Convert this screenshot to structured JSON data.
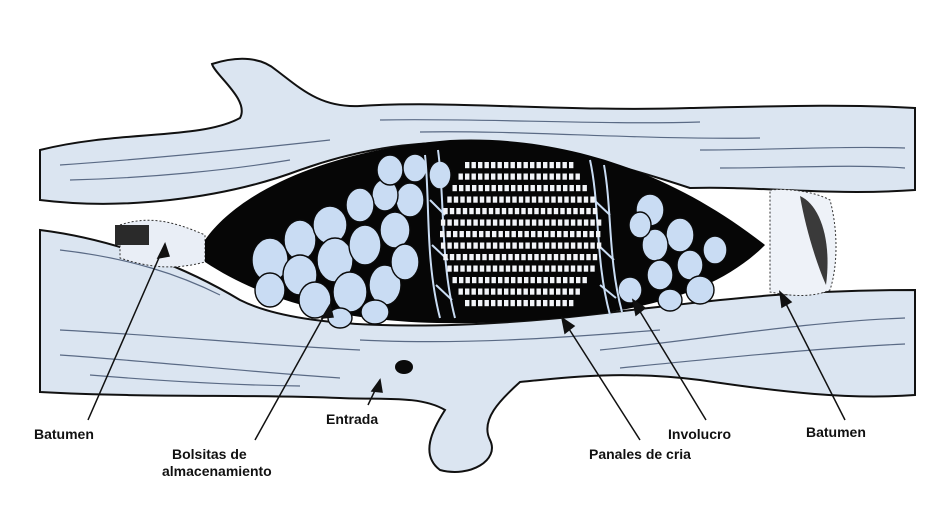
{
  "labels": {
    "batumen_left": "Batumen",
    "bolsitas_line1": "Bolsitas de",
    "bolsitas_line2": "almacenamiento",
    "entrada": "Entrada",
    "panales": "Panales de cria",
    "involucro": "Involucro",
    "batumen_right": "Batumen"
  },
  "colors": {
    "wood": "#dbe5f1",
    "wood_grain": "#5a6a85",
    "cavity": "#060606",
    "pot": "#c9dcf3",
    "comb": "#f2f4f8",
    "outline": "#111111"
  }
}
